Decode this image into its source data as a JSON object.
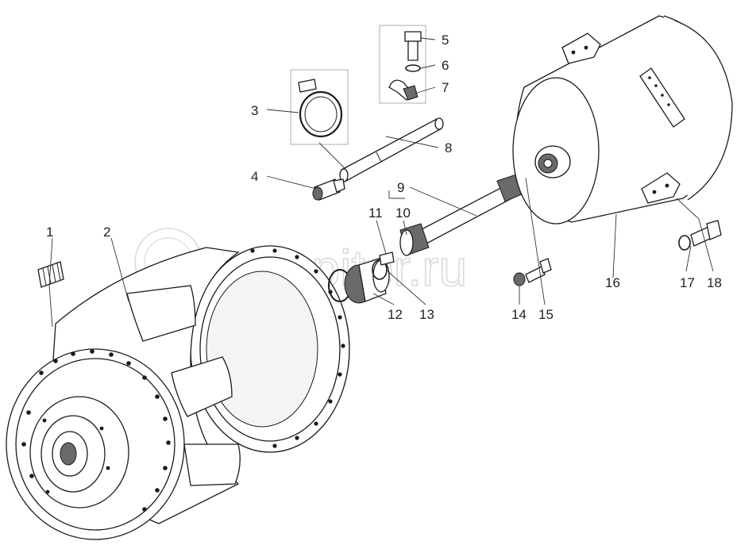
{
  "watermark": "autopiter.ru",
  "callouts": [
    "1",
    "2",
    "3",
    "4",
    "5",
    "6",
    "7",
    "8",
    "9",
    "10",
    "11",
    "12",
    "13",
    "14",
    "15",
    "16",
    "17",
    "18"
  ],
  "colors": {
    "line": "#1a1a1a",
    "shade": "#6a6a6a",
    "watermark": "#d9d9d9"
  }
}
